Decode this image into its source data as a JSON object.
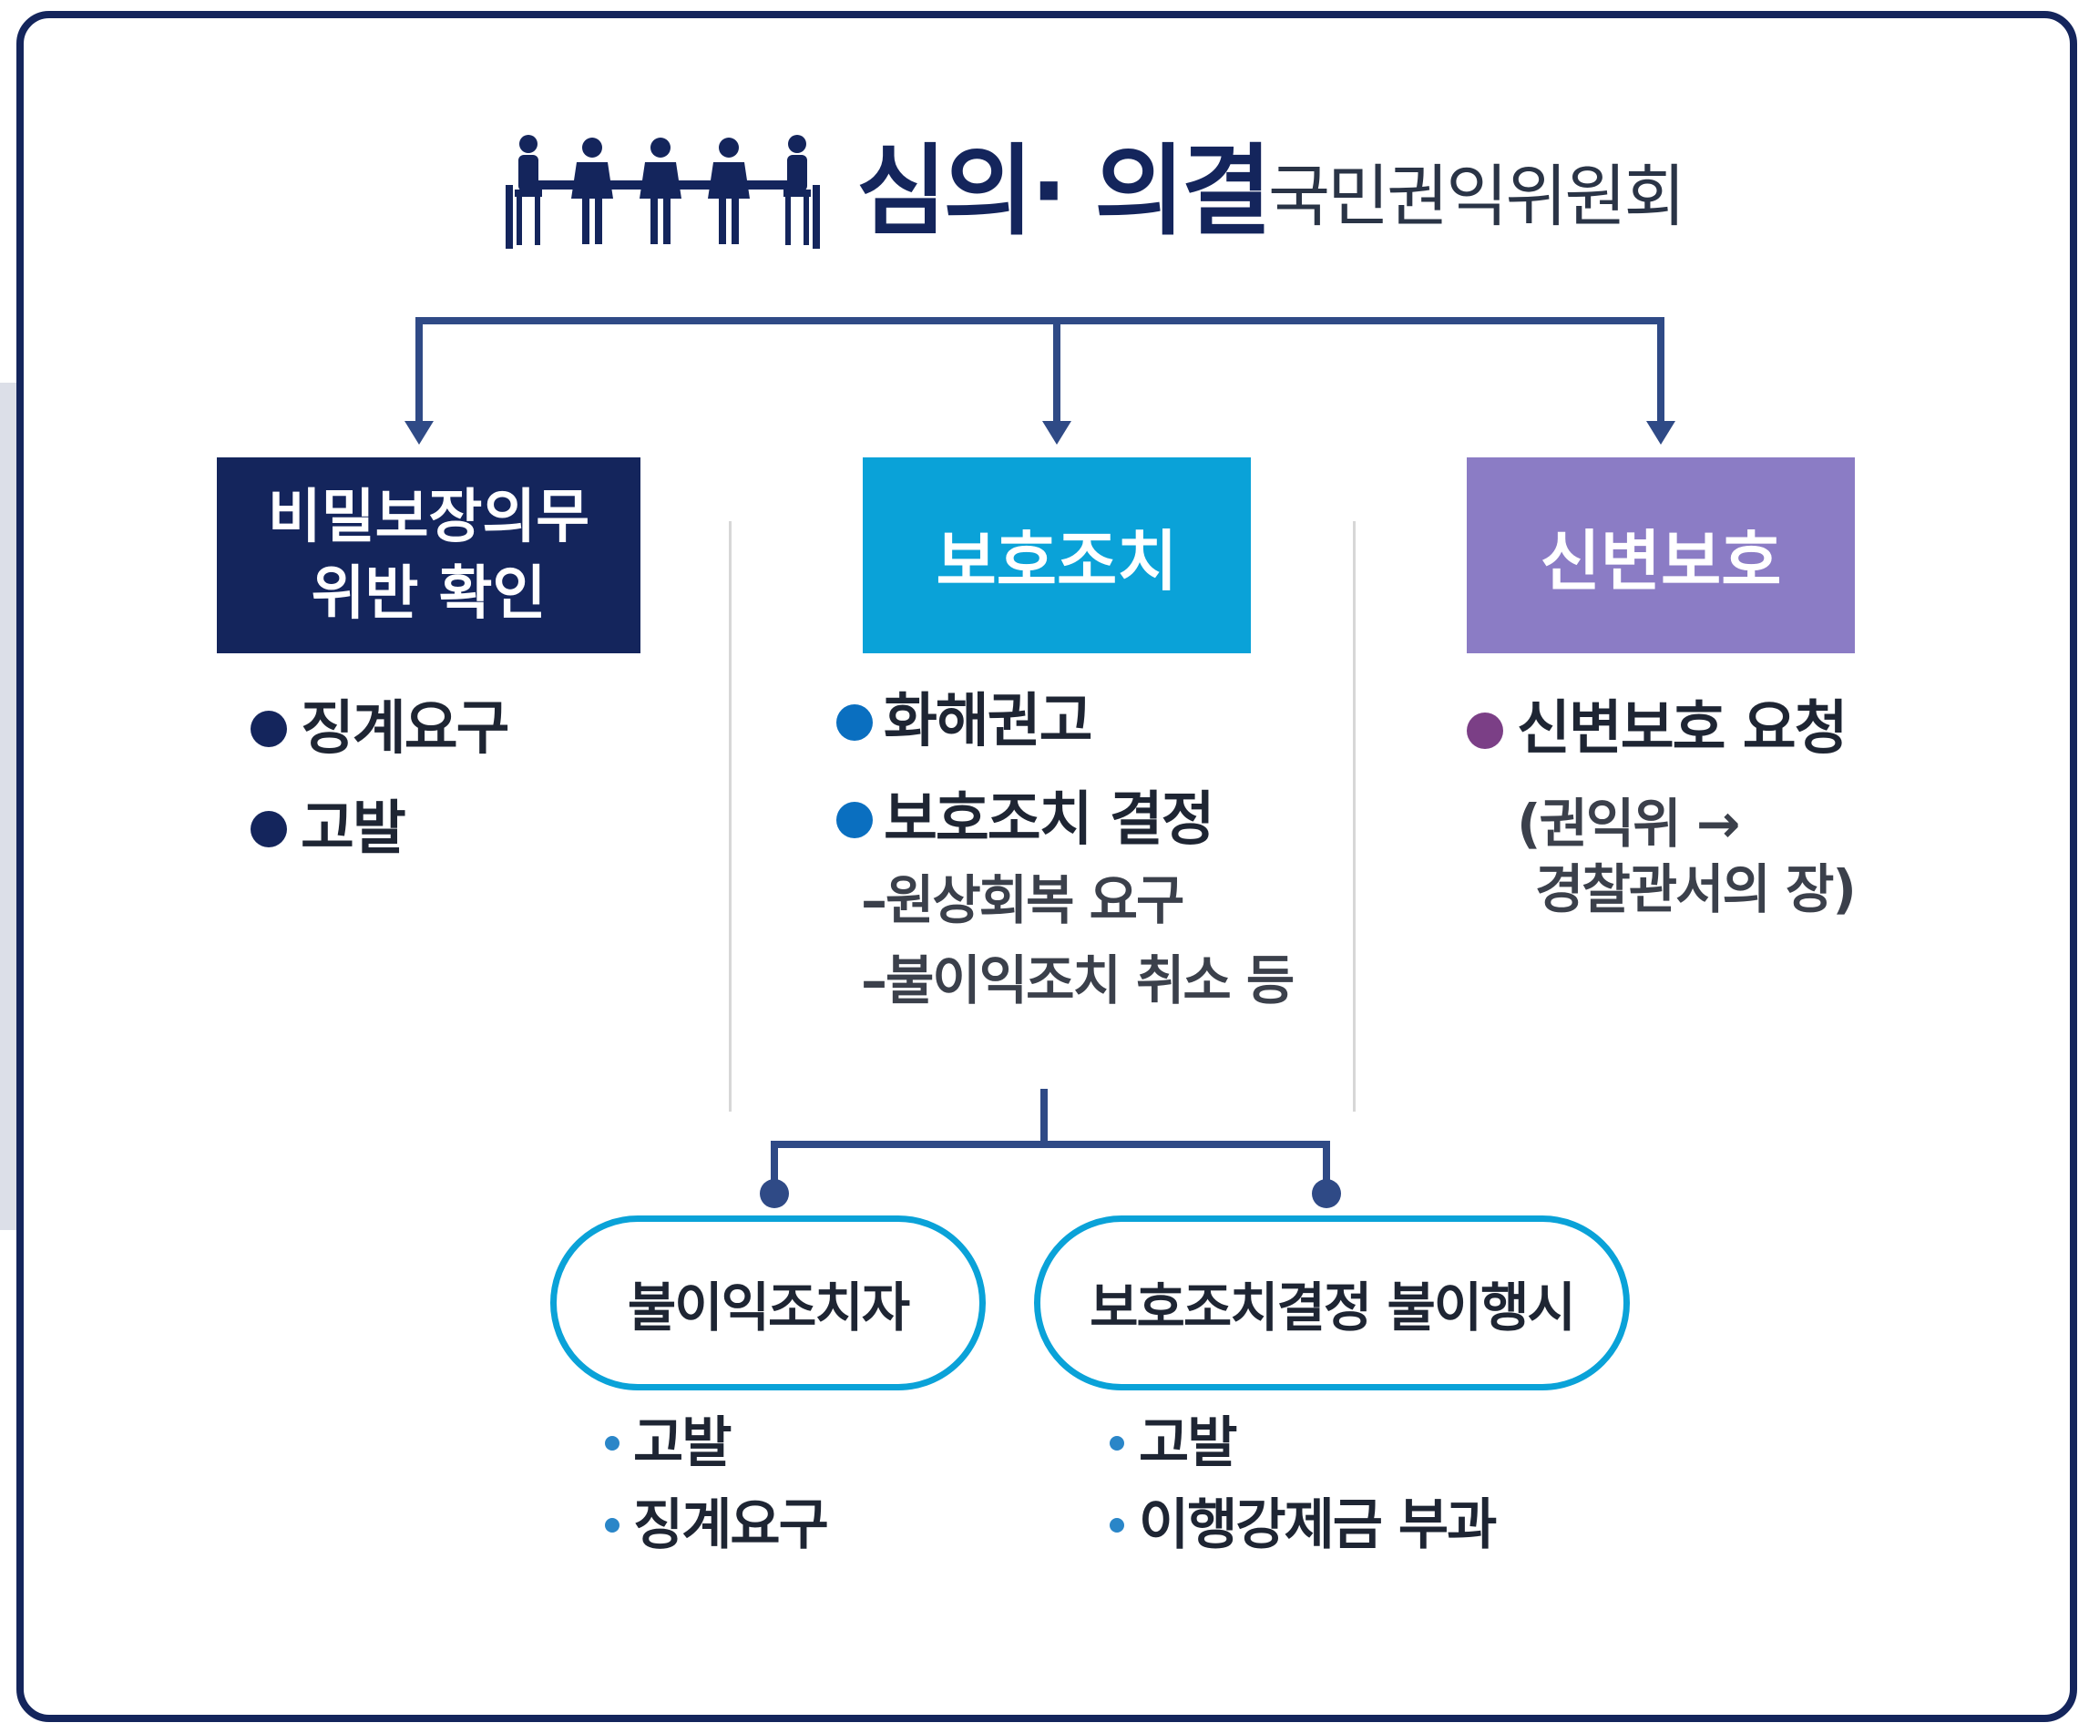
{
  "header": {
    "title": "심의· 의결",
    "organization": "국민권익위원회",
    "icon": "meeting-people-icon"
  },
  "boxes": [
    {
      "lines": [
        "비밀보장의무",
        "위반 확인"
      ],
      "color": "#14255c"
    },
    {
      "lines": [
        "보호조치"
      ],
      "color": "#0aa2d8"
    },
    {
      "lines": [
        "신변보호"
      ],
      "color": "#8b7cc5"
    }
  ],
  "column1": {
    "items": [
      "징계요구",
      "고발"
    ],
    "bullet_color": "#14255c"
  },
  "column2": {
    "items": [
      "화해권고",
      "보호조치 결정"
    ],
    "sub_items": [
      "–원상회복 요구",
      "–불이익조치 취소 등"
    ],
    "bullet_color": "#0a6fc0"
  },
  "column3": {
    "items": [
      "신변보호 요청"
    ],
    "note_lines": [
      "(권익위 →",
      "경찰관서의 장)"
    ],
    "bullet_color": "#7b3f86"
  },
  "bottom": {
    "left": {
      "label": "불이익조치자",
      "items": [
        "고발",
        "징계요구"
      ]
    },
    "right": {
      "label": "보호조치결정 불이행시",
      "items": [
        "고발",
        "이행강제금 부과"
      ]
    }
  },
  "colors": {
    "navy": "#14255c",
    "connector": "#2f4a86",
    "cyan": "#0aa2d8",
    "purple": "#8b7cc5"
  }
}
